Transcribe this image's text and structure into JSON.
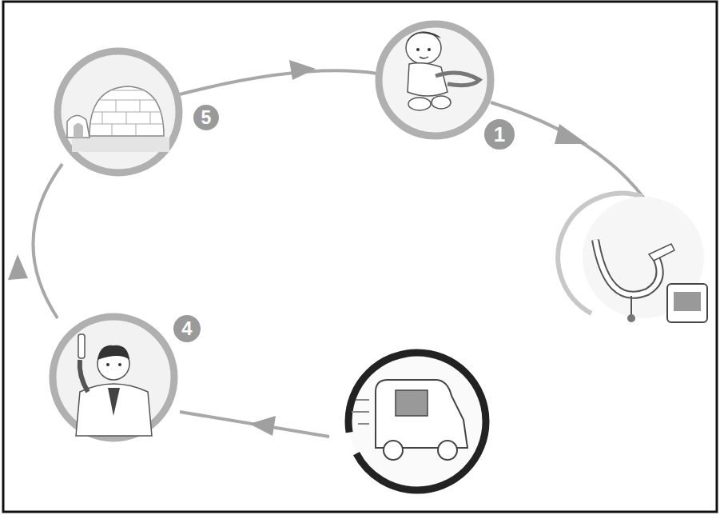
{
  "diagram": {
    "labels": [
      "1",
      "4",
      "5"
    ]
  }
}
